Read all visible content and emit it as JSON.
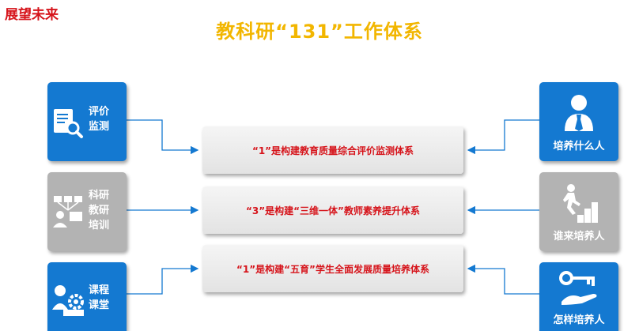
{
  "header": {
    "corner_title": "展望未来",
    "main_title": "教科研“131”工作体系"
  },
  "left_tiles": [
    {
      "label_line1": "评价",
      "label_line2": "监测",
      "icon": "report-search-icon",
      "color": "#1479d1"
    },
    {
      "label_line1": "科研",
      "label_line2": "教研",
      "label_line3": "培训",
      "icon": "presenter-icon",
      "color": "#b3b3b3"
    },
    {
      "label_line1": "课程",
      "label_line2": "课堂",
      "icon": "teacher-gear-icon",
      "color": "#1479d1"
    }
  ],
  "right_tiles": [
    {
      "label": "培养什么人",
      "icon": "person-tie-icon",
      "color": "#1479d1"
    },
    {
      "label": "谁来培养人",
      "icon": "stair-climb-icon",
      "color": "#b3b3b3"
    },
    {
      "label": "怎样培养人",
      "icon": "key-hand-icon",
      "color": "#1479d1"
    }
  ],
  "center_bars": [
    "“1”是构建教育质量综合评价监测体系",
    "“3”是构建“三维一体”教师素养提升体系",
    "“1”是构建“五育”学生全面发展质量培养体系"
  ],
  "colors": {
    "title_gold": "#f2b600",
    "accent_red": "#d6141b",
    "tile_blue": "#1479d1",
    "tile_gray": "#b3b3b3",
    "connector": "#1479d1"
  }
}
